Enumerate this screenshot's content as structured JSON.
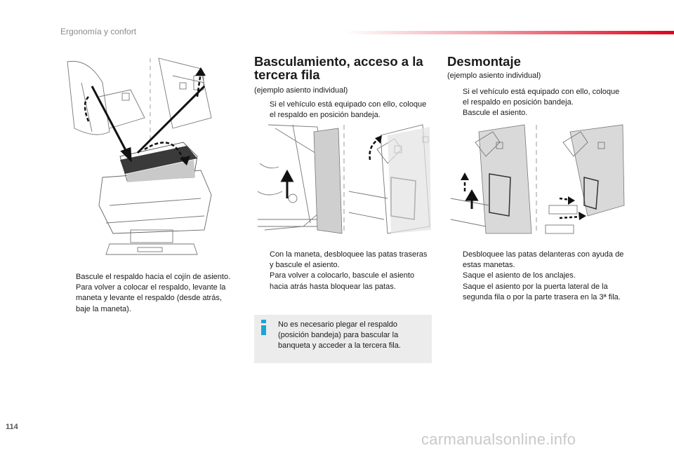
{
  "header": {
    "section_title": "Ergonomía y confort",
    "accent_color": "#e2001a"
  },
  "page_number": "114",
  "watermark": "carmanualsonline.info",
  "col_left": {
    "illustration_icon": "seat-fold-diagram-icon",
    "bullets": [
      "Bascule el respaldo hacia el cojín de asiento.",
      "Para volver a colocar el respaldo, levante la maneta y levante el respaldo (desde atrás, baje la maneta)."
    ]
  },
  "col_mid": {
    "title": "Basculamiento, acceso a la tercera fila",
    "subtitle": "(ejemplo asiento individual)",
    "bullets_top": [
      "Si el vehículo está equipado con ello, coloque el respaldo en posición bandeja."
    ],
    "illustration_icon": "seat-tilt-diagram-icon",
    "bullets_bottom": [
      "Con la maneta, desbloquee las patas traseras y bascule el asiento.",
      "Para volver a colocarlo, bascule el asiento hacia atrás hasta bloquear las patas."
    ],
    "info": {
      "icon": "info-icon",
      "text": "No es necesario plegar el respaldo (posición bandeja) para bascular la banqueta y acceder a la tercera fila.",
      "background": "#ececec"
    }
  },
  "col_right": {
    "title": "Desmontaje",
    "subtitle": "(ejemplo asiento individual)",
    "bullets_top": [
      "Si el vehículo está equipado con ello, coloque el respaldo en posición bandeja.",
      "Bascule el asiento."
    ],
    "illustration_icon": "seat-removal-diagram-icon",
    "bullets_bottom": [
      "Desbloquee las patas delanteras con ayuda de estas manetas.",
      "Saque el asiento de los anclajes.",
      "Saque el asiento por la puerta lateral de la segunda fila o por la parte trasera en la 3ª fila."
    ]
  },
  "bullet_mark": "",
  "bullet_mark_icon": "pointing-hand-icon"
}
